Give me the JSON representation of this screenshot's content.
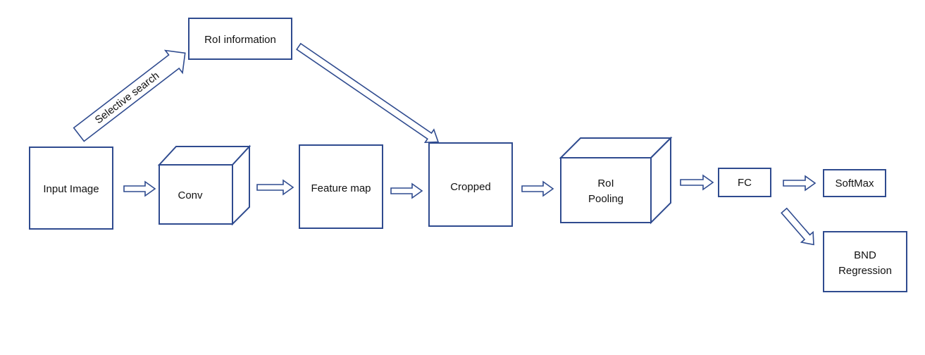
{
  "diagram": {
    "nodes": {
      "input_image": "Input Image",
      "conv": "Conv",
      "feature_map": "Feature map",
      "cropped": "Cropped",
      "roi_pooling_line1": "RoI",
      "roi_pooling_line2": "Pooling",
      "fc": "FC",
      "softmax": "SoftMax",
      "bnd_line1": "BND",
      "bnd_line2": "Regression",
      "roi_information": "RoI information"
    },
    "edges": {
      "selective_search": "Selective search"
    },
    "colors": {
      "stroke": "#2f4b8f",
      "fill": "#ffffff",
      "text": "#111111"
    }
  }
}
